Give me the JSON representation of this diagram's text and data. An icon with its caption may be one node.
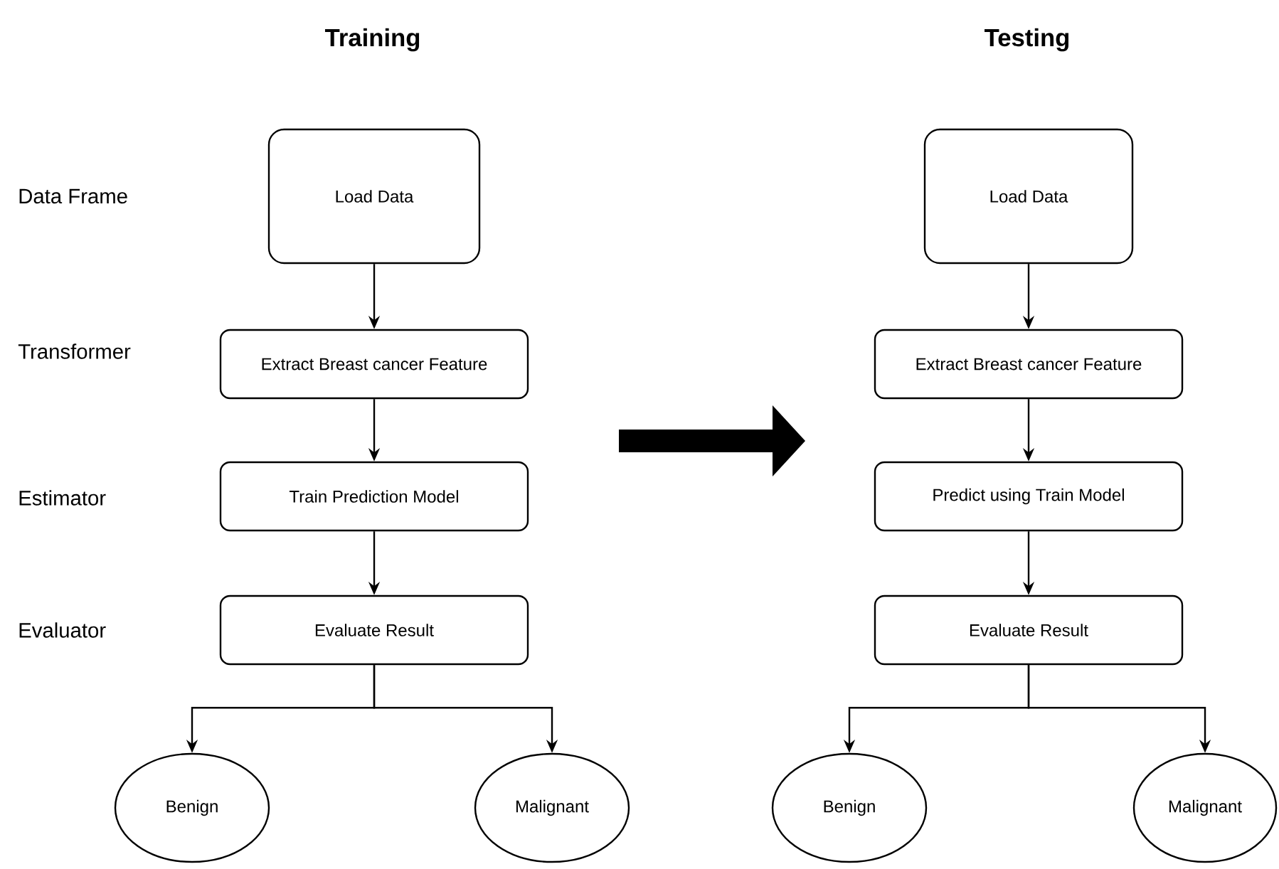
{
  "diagram": {
    "nodes": [
      {
        "text": [
          "Load Data"
        ]
      },
      {
        "text": [
          "Extract Breast cancer Feature"
        ]
      },
      {
        "text": [
          "Train Prediction Model"
        ]
      },
      {
        "text": [
          "Evaluate Result"
        ]
      },
      {
        "text": [
          "Benign"
        ]
      },
      {
        "text": [
          "Malignant"
        ]
      },
      {
        "text": [
          "Load Data"
        ]
      },
      {
        "text": [
          "Extract Breast cancer Feature"
        ]
      },
      {
        "text": [
          "Predict using Train Model"
        ]
      },
      {
        "text": [
          "Evaluate Result"
        ]
      },
      {
        "text": [
          "Benign"
        ]
      },
      {
        "text": [
          "Malignant"
        ]
      }
    ],
    "edges": [
      {
        "from": 0,
        "to": 1,
        "arrow": "to"
      },
      {
        "from": 1,
        "to": 2,
        "arrow": "to"
      },
      {
        "from": 2,
        "to": 3,
        "arrow": "to"
      },
      {
        "from": 3,
        "to": 4,
        "arrow": "to"
      },
      {
        "from": 3,
        "to": 5,
        "arrow": "to"
      },
      {
        "from": 6,
        "to": 7,
        "arrow": "to"
      },
      {
        "from": 7,
        "to": 8,
        "arrow": "to"
      },
      {
        "from": 8,
        "to": 9,
        "arrow": "to"
      },
      {
        "from": 9,
        "to": 10,
        "arrow": "to"
      },
      {
        "from": 9,
        "to": 11,
        "arrow": "to"
      }
    ],
    "labels": [
      "Training",
      "Testing",
      "Data Frame",
      "Transformer",
      "Estimator",
      "Evaluator"
    ]
  }
}
